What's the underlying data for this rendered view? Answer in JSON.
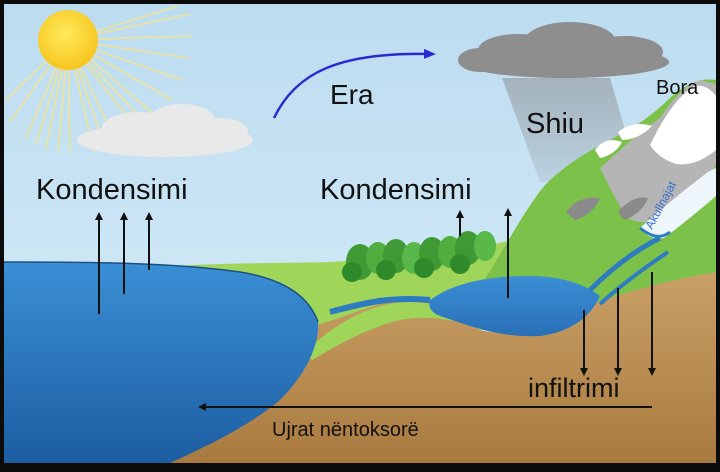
{
  "diagram": {
    "labels": {
      "kondensimi_left": "Kondensimi",
      "kondensimi_right": "Kondensimi",
      "era": "Era",
      "shiu": "Shiu",
      "bora": "Bora",
      "akullnajat": "Akullnajat",
      "infiltrimi": "infiltrimi",
      "ujrat": "Ujrat nëntoksorë"
    },
    "colors": {
      "sky": "#c6e3f2",
      "sun": "#ffd93a",
      "sea": "#2f7fc4",
      "land": "#8fd04a",
      "soil": "#c69a5a",
      "cloud_dark": "#8a8a8a",
      "wind_arrow": "#2a2acf"
    }
  }
}
